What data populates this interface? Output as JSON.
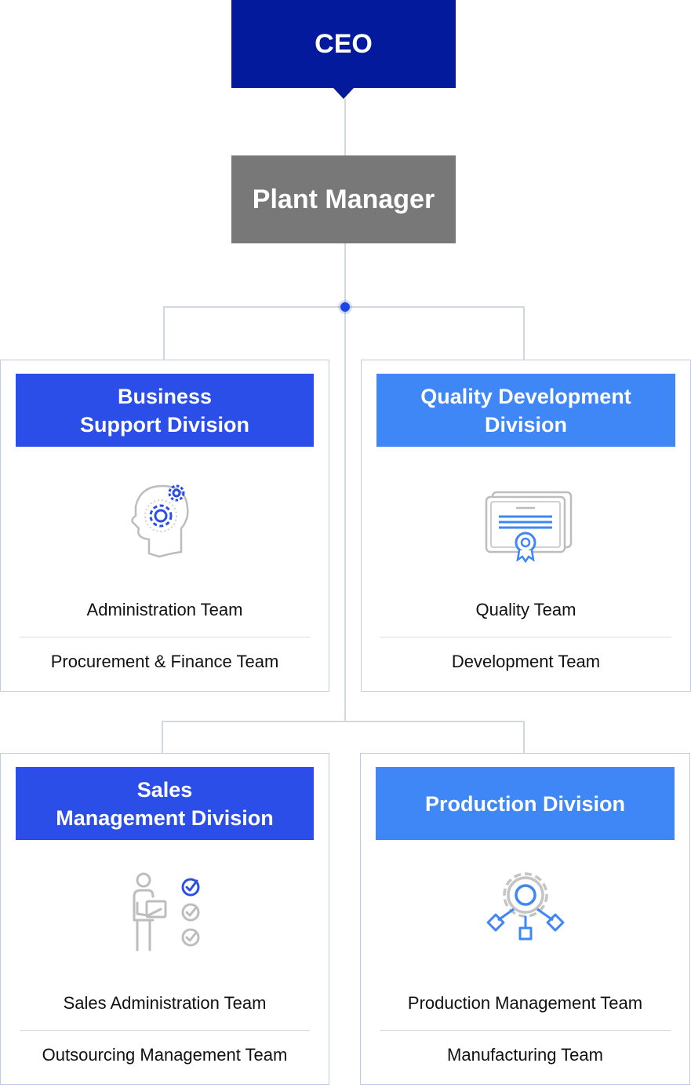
{
  "ceo": {
    "label": "CEO"
  },
  "plant_manager": {
    "label": "Plant Manager"
  },
  "divisions": [
    {
      "title": "Business\nSupport Division",
      "icon": "head-gears-icon",
      "teams": [
        "Administration Team",
        "Procurement & Finance Team"
      ]
    },
    {
      "title": "Quality Development\nDivision",
      "icon": "certificate-icon",
      "teams": [
        "Quality Team",
        "Development Team"
      ]
    },
    {
      "title": "Sales\nManagement Division",
      "icon": "checklist-person-icon",
      "teams": [
        "Sales Administration Team",
        "Outsourcing Management Team"
      ]
    },
    {
      "title": "Production Division",
      "icon": "gear-network-icon",
      "teams": [
        "Production Management Team",
        "Manufacturing Team"
      ]
    }
  ],
  "colors": {
    "ceo": "#021a9b",
    "plant_manager": "#787878",
    "division_dark": "#2b4ee8",
    "division_light": "#3f86f7",
    "connector": "#d3d7de"
  }
}
